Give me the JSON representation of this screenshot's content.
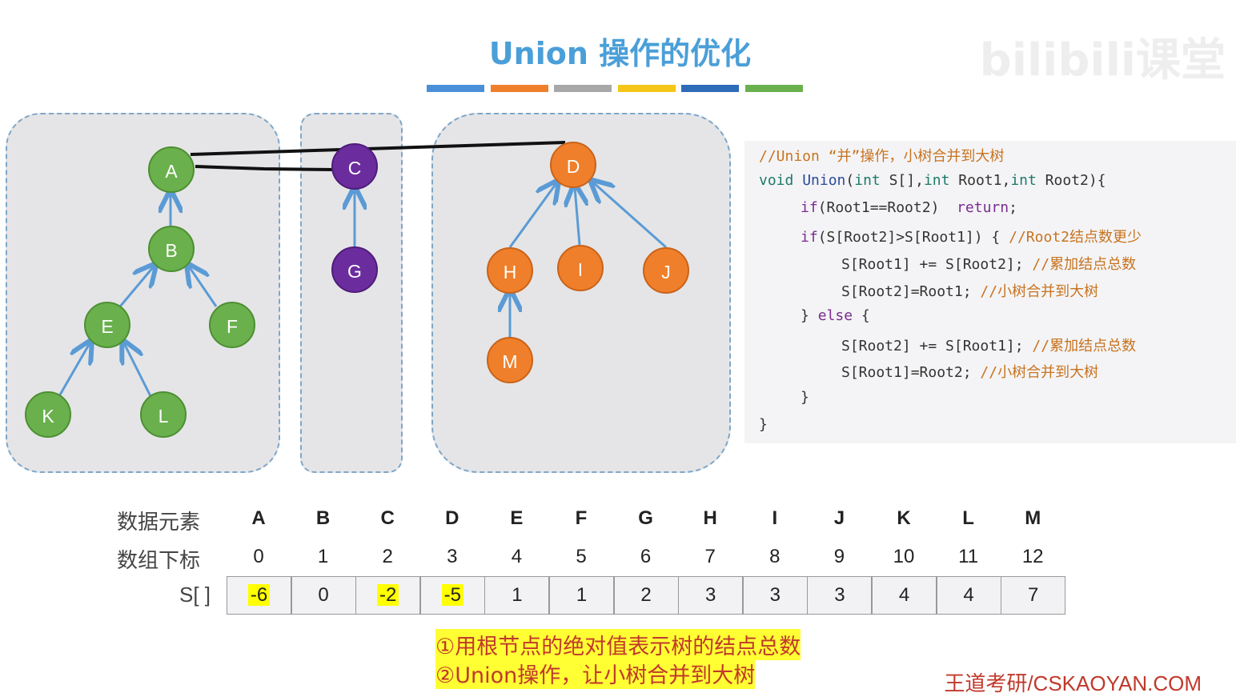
{
  "title": "Union 操作的优化",
  "color_bar": [
    "#4a90d9",
    "#ef7f2a",
    "#a8a8a8",
    "#f5c518",
    "#2e6bb8",
    "#6ab04c"
  ],
  "trees": {
    "nodes": [
      {
        "label": "A",
        "color": "green"
      },
      {
        "label": "B",
        "color": "green"
      },
      {
        "label": "E",
        "color": "green"
      },
      {
        "label": "F",
        "color": "green"
      },
      {
        "label": "K",
        "color": "green"
      },
      {
        "label": "L",
        "color": "green"
      },
      {
        "label": "C",
        "color": "purple"
      },
      {
        "label": "G",
        "color": "purple"
      },
      {
        "label": "D",
        "color": "orange"
      },
      {
        "label": "H",
        "color": "orange"
      },
      {
        "label": "I",
        "color": "orange"
      },
      {
        "label": "J",
        "color": "orange"
      },
      {
        "label": "M",
        "color": "orange"
      }
    ]
  },
  "code": {
    "line1": "//Union “并”操作，小树合并到大树",
    "line2_kw": "void",
    "line2_fn": "Union",
    "line2_a": "(",
    "line2_t1": "int",
    "line2_b": " S[],",
    "line2_t2": "int",
    "line2_c": " Root1,",
    "line2_t3": "int",
    "line2_d": " Root2){",
    "line3_a": "if",
    "line3_b": "(Root1==Root2)  ",
    "line3_c": "return",
    "line3_d": ";",
    "line4_a": "if",
    "line4_b": "(S[Root2]>S[Root1]) { ",
    "line4_c": "//Root2结点数更少",
    "line5_a": "S[Root1] += S[Root2]; ",
    "line5_b": "//累加结点总数",
    "line6_a": "S[Root2]=Root1; ",
    "line6_b": "//小树合并到大树",
    "line7_a": "} ",
    "line7_b": "else",
    "line7_c": " {",
    "line8_a": "S[Root2] += S[Root1]; ",
    "line8_b": "//累加结点总数",
    "line9_a": "S[Root1]=Root2; ",
    "line9_b": "//小树合并到大树",
    "line10": "}",
    "line11": "}"
  },
  "table": {
    "label_elements": "数据元素",
    "label_index": "数组下标",
    "label_s": "S[ ]",
    "elements": [
      "A",
      "B",
      "C",
      "D",
      "E",
      "F",
      "G",
      "H",
      "I",
      "J",
      "K",
      "L",
      "M"
    ],
    "indices": [
      "0",
      "1",
      "2",
      "3",
      "4",
      "5",
      "6",
      "7",
      "8",
      "9",
      "10",
      "11",
      "12"
    ],
    "s_values": [
      "-6",
      "0",
      "-2",
      "-5",
      "1",
      "1",
      "2",
      "3",
      "3",
      "3",
      "4",
      "4",
      "7"
    ]
  },
  "notes": {
    "note1": "①用根节点的绝对值表示树的结点总数",
    "note2": "②Union操作，让小树合并到大树"
  },
  "footer": "王道考研/CSKAOYAN.COM"
}
